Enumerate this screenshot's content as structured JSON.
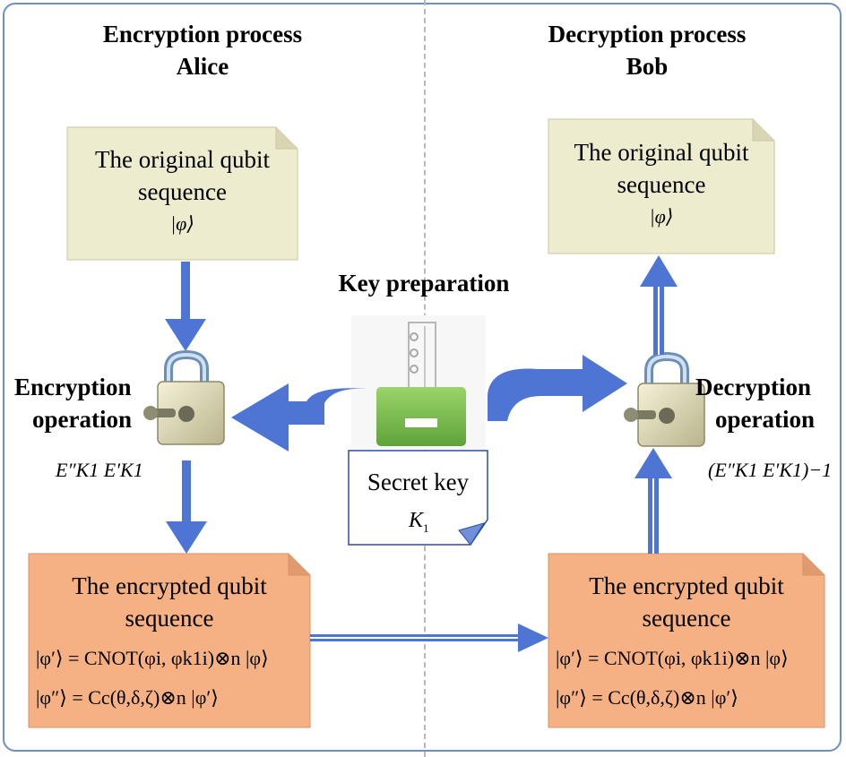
{
  "headers": {
    "left_title": "Encryption process",
    "left_actor": "Alice",
    "right_title": "Decryption process",
    "right_actor": "Bob",
    "center": "Key preparation"
  },
  "left_box": {
    "line1": "The original qubit",
    "line2": "sequence",
    "state": "|φ⟩"
  },
  "right_box": {
    "line1": "The original qubit",
    "line2": "sequence",
    "state": "|φ⟩"
  },
  "encryption": {
    "label1": "Encryption",
    "label2": "operation",
    "op": "E″K1 E′K1"
  },
  "decryption": {
    "label1": "Decryption",
    "label2": "operation",
    "op": "(E″K1 E′K1)−1"
  },
  "key": {
    "label": "Secret key",
    "symbol": "K",
    "symbol_sub": "1"
  },
  "enc_box_left": {
    "line1": "The encrypted qubit",
    "line2": "sequence",
    "eq1": "|φ′⟩ = CNOT(φi, φk1i)⊗n |φ⟩",
    "eq2": "|φ″⟩ = Cc(θ,δ,ζ)⊗n |φ′⟩"
  },
  "enc_box_right": {
    "line1": "The encrypted qubit",
    "line2": "sequence",
    "eq1": "|φ′⟩ = CNOT(φi, φk1i)⊗n |φ⟩",
    "eq2": "|φ″⟩ = Cc(θ,δ,ζ)⊗n |φ′⟩"
  },
  "colors": {
    "frame": "#6e8fc0",
    "original_box": "#eeecce",
    "encrypted_box": "#f5b183",
    "arrow": "#4e75d3",
    "key_green": "#7cc04a"
  }
}
